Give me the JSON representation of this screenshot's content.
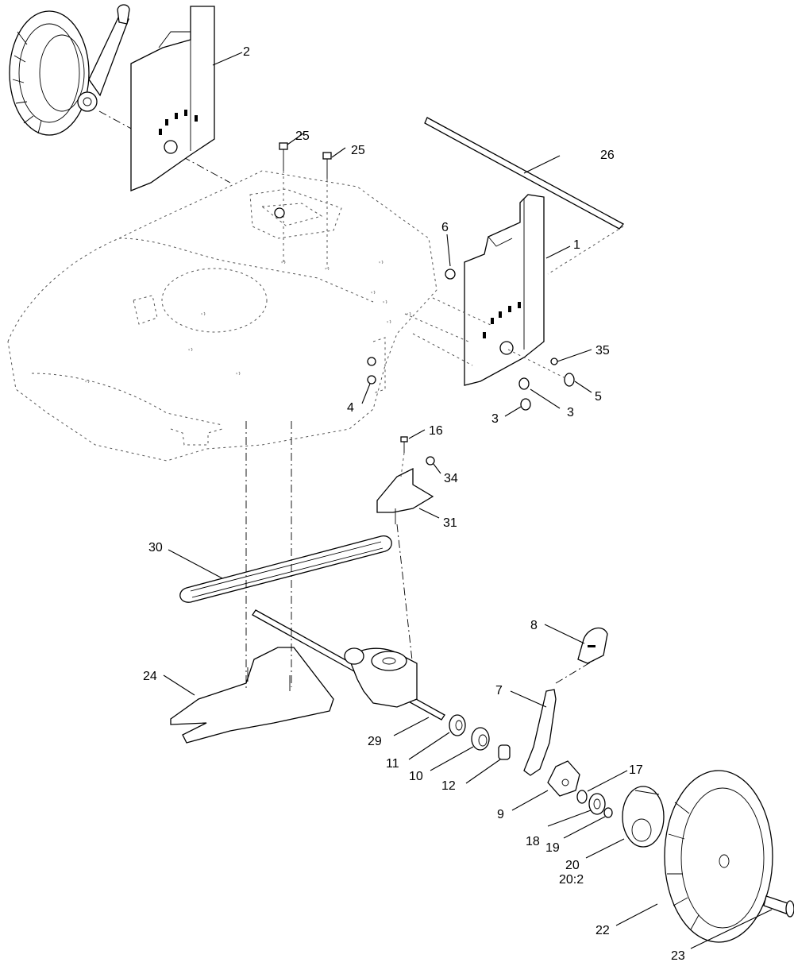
{
  "callouts": [
    {
      "id": "c2",
      "text": "2"
    },
    {
      "id": "c25a",
      "text": "25"
    },
    {
      "id": "c25b",
      "text": "25"
    },
    {
      "id": "c26",
      "text": "26"
    },
    {
      "id": "c6",
      "text": "6"
    },
    {
      "id": "c1",
      "text": "1"
    },
    {
      "id": "c35",
      "text": "35"
    },
    {
      "id": "c5",
      "text": "5"
    },
    {
      "id": "c3a",
      "text": "3"
    },
    {
      "id": "c3b",
      "text": "3"
    },
    {
      "id": "c4",
      "text": "4"
    },
    {
      "id": "c16",
      "text": "16"
    },
    {
      "id": "c34",
      "text": "34"
    },
    {
      "id": "c31",
      "text": "31"
    },
    {
      "id": "c30",
      "text": "30"
    },
    {
      "id": "c8",
      "text": "8"
    },
    {
      "id": "c24",
      "text": "24"
    },
    {
      "id": "c7",
      "text": "7"
    },
    {
      "id": "c29",
      "text": "29"
    },
    {
      "id": "c11",
      "text": "11"
    },
    {
      "id": "c10",
      "text": "10"
    },
    {
      "id": "c12",
      "text": "12"
    },
    {
      "id": "c17",
      "text": "17"
    },
    {
      "id": "c9",
      "text": "9"
    },
    {
      "id": "c18",
      "text": "18"
    },
    {
      "id": "c19",
      "text": "19"
    },
    {
      "id": "c20",
      "text": "20"
    },
    {
      "id": "c20q",
      "text": "20:2"
    },
    {
      "id": "c22",
      "text": "22"
    },
    {
      "id": "c23",
      "text": "23"
    }
  ]
}
